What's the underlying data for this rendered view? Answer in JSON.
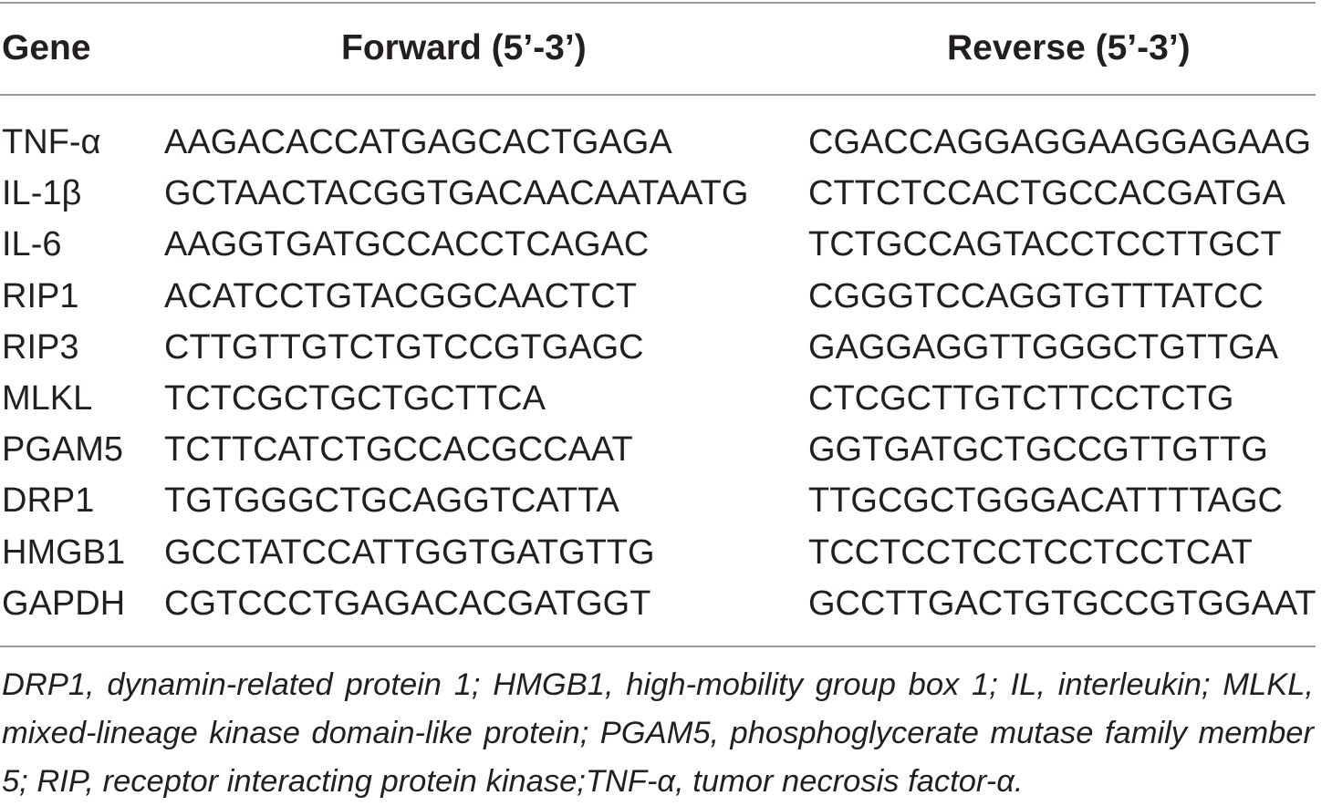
{
  "table": {
    "headers": {
      "gene": "Gene",
      "forward": "Forward (5’-3’)",
      "reverse": "Reverse (5’-3’)"
    },
    "rows": [
      {
        "gene": "TNF-α",
        "forward": "AAGACACCATGAGCACTGAGA",
        "reverse": "CGACCAGGAGGAAGGAGAAG"
      },
      {
        "gene": "IL-1β",
        "forward": "GCTAACTACGGTGACAACAATAATG",
        "reverse": "CTTCTCCACTGCCACGATGA"
      },
      {
        "gene": "IL-6",
        "forward": "AAGGTGATGCCACCTCAGAC",
        "reverse": "TCTGCCAGTACCTCCTTGCT"
      },
      {
        "gene": "RIP1",
        "forward": "ACATCCTGTACGGCAACTCT",
        "reverse": "CGGGTCCAGGTGTTTATCC"
      },
      {
        "gene": "RIP3",
        "forward": "CTTGTTGTCTGTCCGTGAGC",
        "reverse": "GAGGAGGTTGGGCTGTTGA"
      },
      {
        "gene": "MLKL",
        "forward": "TCTCGCTGCTGCTTCA",
        "reverse": "CTCGCTTGTCTTCCTCTG"
      },
      {
        "gene": "PGAM5",
        "forward": "TCTTCATCTGCCACGCCAAT",
        "reverse": "GGTGATGCTGCCGTTGTTG"
      },
      {
        "gene": "DRP1",
        "forward": "TGTGGGCTGCAGGTCATTA",
        "reverse": "TTGCGCTGGGACATTTTAGC"
      },
      {
        "gene": "HMGB1",
        "forward": "GCCTATCCATTGGTGATGTTG",
        "reverse": "TCCTCCTCCTCCTCCTCAT"
      },
      {
        "gene": "GAPDH",
        "forward": "CGTCCCTGAGACACGATGGT",
        "reverse": "GCCTTGACTGTGCCGTGGAAT"
      }
    ],
    "footnote": "DRP1, dynamin-related protein 1; HMGB1, high-mobility group box 1; IL, interleukin; MLKL, mixed-lineage kinase domain-like protein; PGAM5, phosphoglycerate mutase family member 5; RIP, receptor interacting protein kinase;TNF-α, tumor necrosis factor-α."
  }
}
